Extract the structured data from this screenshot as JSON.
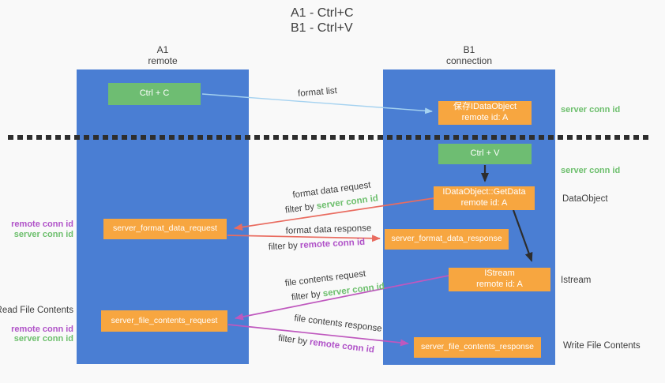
{
  "title": {
    "line1": "A1 - Ctrl+C",
    "line2": "B1 - Ctrl+V"
  },
  "columns": {
    "a1": {
      "name": "A1",
      "subtitle": "remote"
    },
    "b1": {
      "name": "B1",
      "subtitle": "connection"
    }
  },
  "nodes": {
    "ctrl_c": "Ctrl + C",
    "save_dataobject": {
      "line1": "保存IDataObject",
      "line2": "remote id: A"
    },
    "ctrl_v": "Ctrl + V",
    "getdata": {
      "line1": "IDataObject::GetData",
      "line2": "remote id: A"
    },
    "format_request": "server_format_data_request",
    "format_response": "server_format_data_response",
    "istream": {
      "line1": "IStream",
      "line2": "remote id: A"
    },
    "file_request": "server_file_contents_request",
    "file_response": "server_file_contents_response"
  },
  "edge_labels": {
    "format_list": "format list",
    "format_data_request": "format data request",
    "filter_server_1": {
      "prefix": "filter by",
      "id": "server conn id"
    },
    "format_data_response": "format data response",
    "filter_remote_1": {
      "prefix": "filter by",
      "id": "remote conn id"
    },
    "file_contents_request": "file contents request",
    "filter_server_2": {
      "prefix": "filter by",
      "id": "server conn id"
    },
    "file_contents_response": "file contents response",
    "filter_remote_2": {
      "prefix": "filter by",
      "id": "remote conn id"
    }
  },
  "side_labels": {
    "left": {
      "remote_conn_1": "remote conn id",
      "server_conn_1": "server conn id",
      "read_file": "Read File Contents",
      "remote_conn_2": "remote conn id",
      "server_conn_2": "server conn id"
    },
    "right": {
      "server_conn_1": "server conn id",
      "server_conn_2": "server conn id",
      "dataobject": "DataObject",
      "istream": "Istream",
      "write_file": "Write File Contents"
    }
  },
  "colors": {
    "column_blue": "#4a7ed3",
    "node_green": "#6ebd72",
    "node_orange": "#f7a640",
    "arrow_red": "#e96c60",
    "arrow_magenta": "#bf58be",
    "arrow_light_blue": "#a5d2f0",
    "arrow_black": "#2d2d2d",
    "text_green": "#6dbf6d",
    "text_purple": "#b052c8",
    "text_dark": "#3d3d3d"
  }
}
